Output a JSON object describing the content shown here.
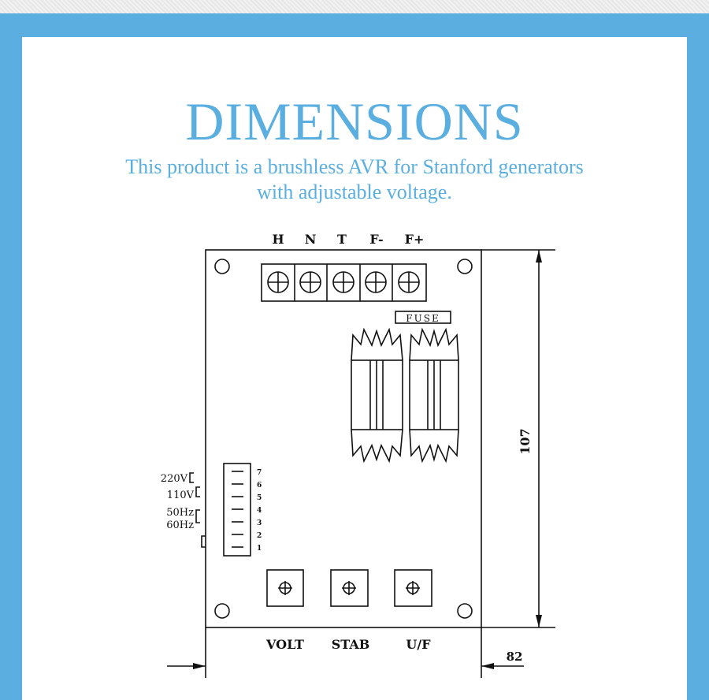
{
  "header": {
    "title": "DIMENSIONS",
    "subtitle": "This product is a brushless AVR for Stanford generators with adjustable voltage."
  },
  "drawing": {
    "terminals": [
      "H",
      "N",
      "T",
      "F-",
      "F+"
    ],
    "fuse_label": "FUSE",
    "voltage_options": [
      "220V",
      "110V"
    ],
    "frequency_options": [
      "50Hz",
      "60Hz"
    ],
    "pin_numbers": [
      "7",
      "6",
      "5",
      "4",
      "3",
      "2",
      "1"
    ],
    "potentiometers": [
      "VOLT",
      "STAB",
      "U/F"
    ],
    "height_dimension": "107",
    "width_dimension": "82"
  },
  "colors": {
    "accent": "#5aafe0",
    "line": "#111111"
  }
}
